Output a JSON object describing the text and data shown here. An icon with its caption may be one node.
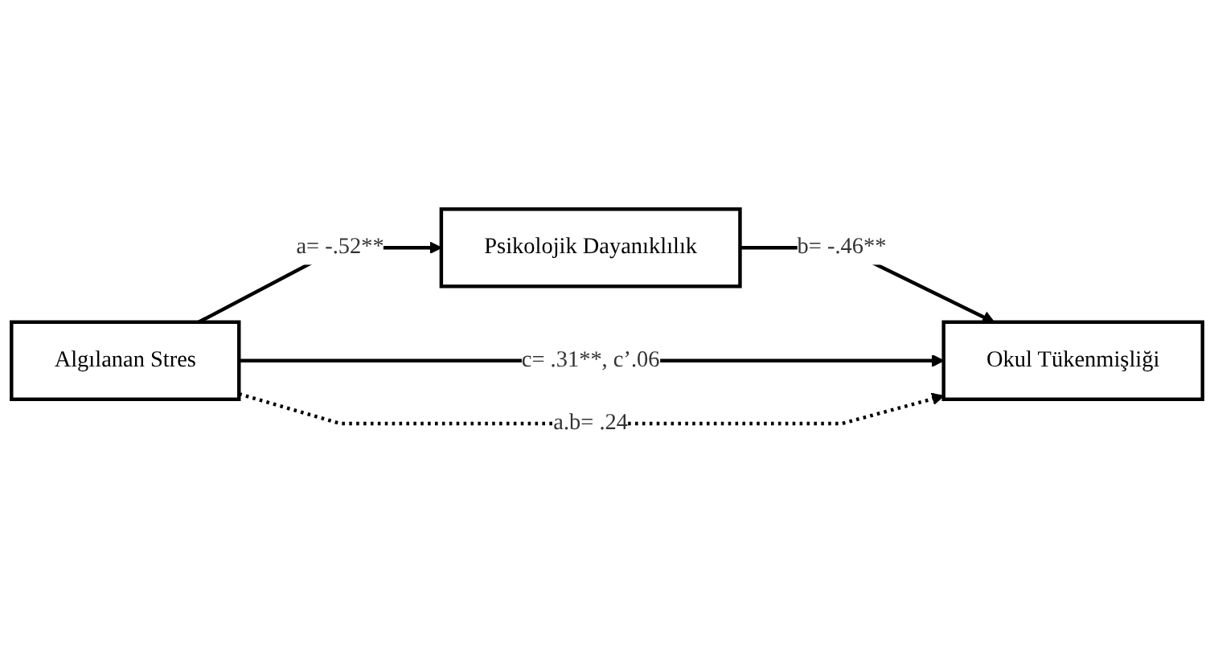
{
  "diagram": {
    "nodes": [
      {
        "text": [
          "Psikolojik Dayanıklılık"
        ]
      },
      {
        "text": [
          "Algılanan Stres"
        ]
      },
      {
        "text": [
          "Okul Tükenmişliği"
        ]
      }
    ],
    "edges": [
      {
        "from": 1,
        "to": 0,
        "arrow": "to",
        "label": "a= -.52**"
      },
      {
        "from": 0,
        "to": 2,
        "arrow": "to",
        "label": "b= -.46**"
      },
      {
        "from": 1,
        "to": 2,
        "arrow": "to",
        "label": "c= .31**, c’.06"
      },
      {
        "from": 1,
        "to": 2,
        "arrow": "to",
        "label": "a.b= .24",
        "style": "dashed"
      }
    ]
  }
}
